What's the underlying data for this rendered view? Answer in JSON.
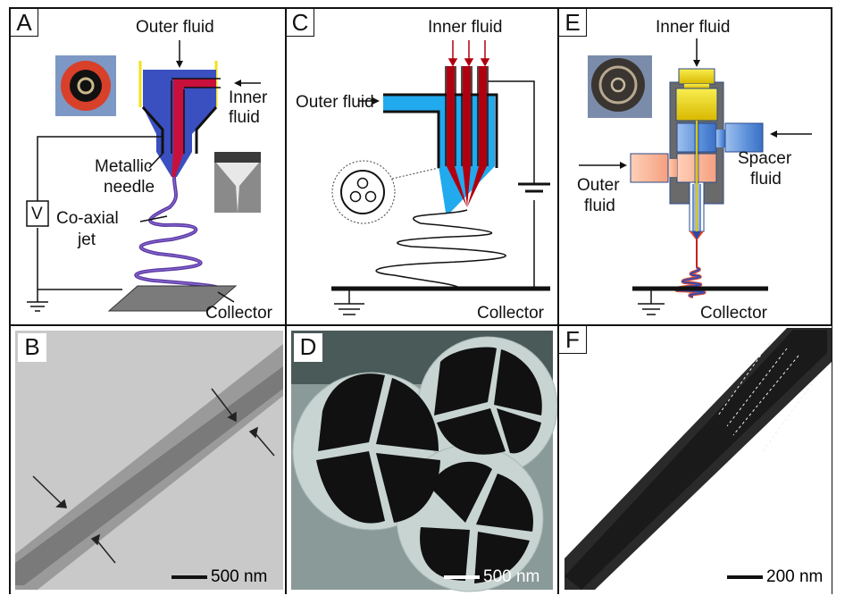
{
  "figure": {
    "panels": {
      "A": {
        "label": "A",
        "outer_fluid": "Outer fluid",
        "inner_fluid_line1": "Inner",
        "inner_fluid_line2": "fluid",
        "needle_line1": "Metallic",
        "needle_line2": "needle",
        "jet_line1": "Co-axial",
        "jet_line2": "jet",
        "voltage": "V",
        "collector": "Collector"
      },
      "B": {
        "label": "B",
        "scale_bar": "500 nm"
      },
      "C": {
        "label": "C",
        "inner_fluid": "Inner fluid",
        "outer_fluid": "Outer fluid",
        "collector": "Collector"
      },
      "D": {
        "label": "D",
        "scale_bar": "500 nm"
      },
      "E": {
        "label": "E",
        "inner_fluid": "Inner fluid",
        "spacer_fluid_line1": "Spacer",
        "spacer_fluid_line2": "fluid",
        "outer_fluid_line1": "Outer",
        "outer_fluid_line2": "fluid",
        "collector": "Collector"
      },
      "F": {
        "label": "F",
        "scale_bar": "200 nm"
      }
    },
    "colors": {
      "outer_blue_A": "#3a4fc0",
      "inner_red": "#c8103c",
      "yellow": "#f2e21a",
      "cyan_C": "#22aaee",
      "darkred_C": "#b00010",
      "jet_purple": "#5a3aa0"
    }
  }
}
